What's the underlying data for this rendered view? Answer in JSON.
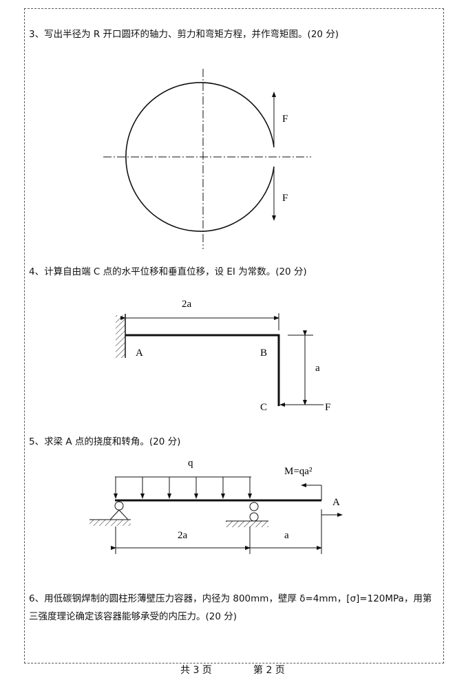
{
  "questions": [
    {
      "text": "3、写出半径为 R 开口圆环的轴力、剪力和弯矩方程，并作弯矩图。(20 分)"
    },
    {
      "text": "4、计算自由端 C 点的水平位移和垂直位移，设 EI 为常数。(20 分)"
    },
    {
      "text": "5、求梁 A 点的挠度和转角。(20 分)"
    },
    {
      "text_line1": "6、用低碳钢焊制的圆柱形薄壁压力容器，内径为 800mm，壁厚 δ=4mm，[σ]=120MPa，用第",
      "text_line2": "三强度理论确定该容器能够承受的内压力。(20 分)"
    }
  ],
  "fig3": {
    "force_top": "F",
    "force_bottom": "F"
  },
  "fig4": {
    "span": "2a",
    "point_a": "A",
    "point_b": "B",
    "point_c": "C",
    "height": "a",
    "force": "F"
  },
  "fig5": {
    "load": "q",
    "moment": "M=qa²",
    "point_a": "A",
    "span1": "2a",
    "span2": "a"
  },
  "footer": {
    "total": "共 3 页",
    "page": "第 2 页"
  }
}
